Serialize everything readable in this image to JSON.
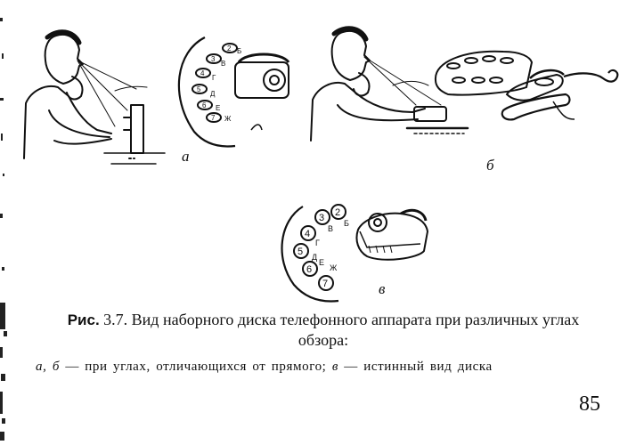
{
  "figure": {
    "panel_a_label": "а",
    "panel_b_label": "б",
    "panel_c_label": "в",
    "dial_digits": [
      "2",
      "3",
      "4",
      "5",
      "6",
      "7"
    ],
    "dial_letters": [
      "Б",
      "В",
      "Г",
      "Д",
      "Е",
      "Ж"
    ]
  },
  "caption": {
    "lead": "Рис.",
    "number": "3.7.",
    "title_line1": "Вид наборного диска телефонного аппарата при различных углах",
    "title_line2": "обзора:",
    "sub_a": "а,",
    "sub_b": "б",
    "sub_text1": "— при углах, отличающихся от прямого;",
    "sub_c": "в",
    "sub_text2": "— истинный вид диска"
  },
  "page_number": "85"
}
